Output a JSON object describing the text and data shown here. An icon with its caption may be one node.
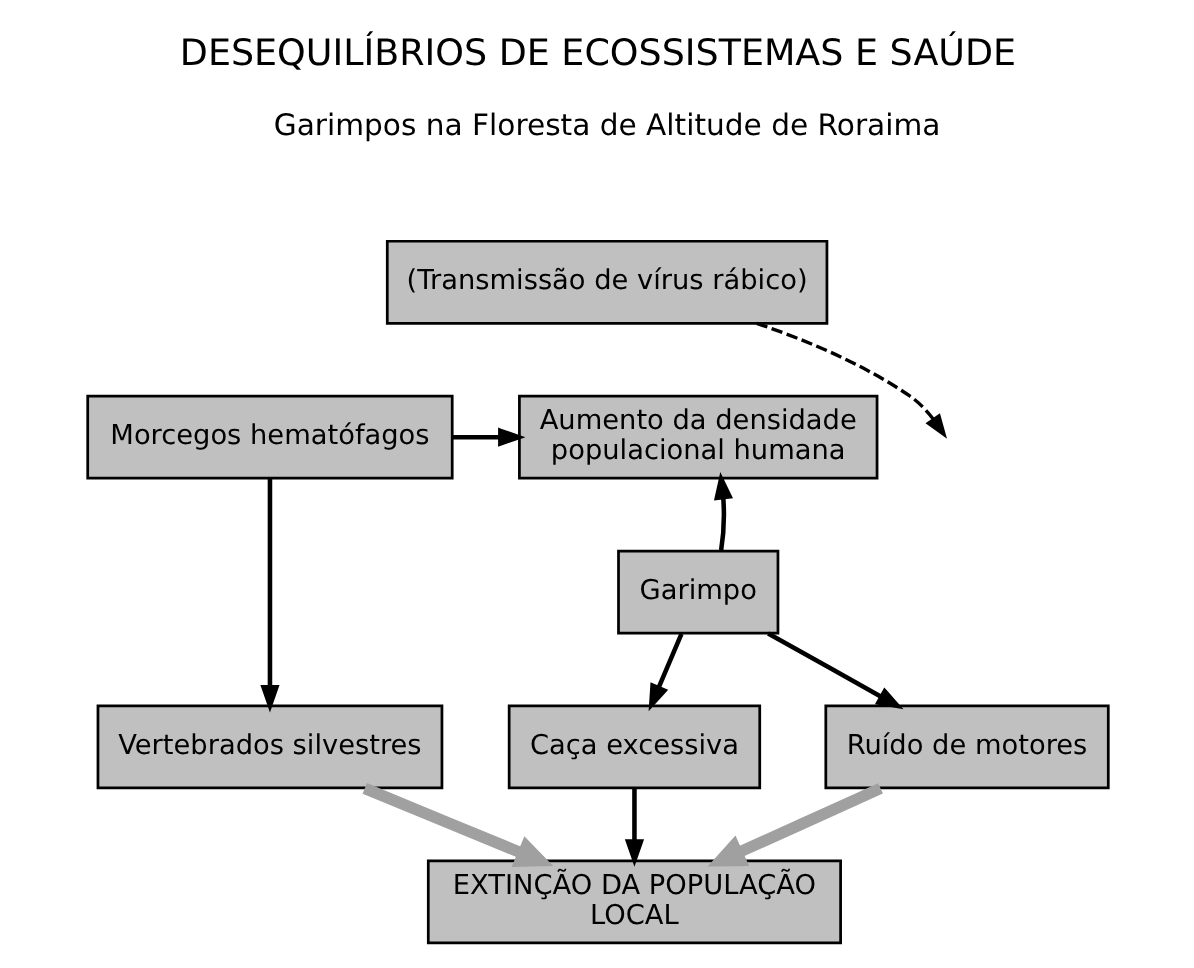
{
  "diagram": {
    "title": "DESEQUILÍBRIOS DE ECOSSISTEMAS E SAÚDE",
    "nodes": [
      {
        "text": [
          "(Transmissão de vírus rábico)"
        ]
      },
      {
        "text": [
          "Morcegos hematófagos"
        ]
      },
      {
        "text": [
          "Aumento da densidade populacional humana"
        ]
      },
      {
        "text": [
          "Garimpo"
        ]
      },
      {
        "text": [
          "Vertebrados silvestres"
        ]
      },
      {
        "text": [
          "Caça excessiva"
        ]
      },
      {
        "text": [
          "Ruído de motores"
        ]
      },
      {
        "text": [
          "EXTINÇÃO DA POPULAÇÃO LOCAL"
        ]
      }
    ],
    "edges": [
      {
        "from": 0,
        "to": null,
        "arrow": "to",
        "style": "dashed"
      },
      {
        "from": 1,
        "to": 2,
        "arrow": "to"
      },
      {
        "from": 1,
        "to": 4,
        "arrow": "to"
      },
      {
        "from": 3,
        "to": 2,
        "arrow": "to"
      },
      {
        "from": 3,
        "to": 5,
        "arrow": "to"
      },
      {
        "from": 3,
        "to": 6,
        "arrow": "to"
      },
      {
        "from": 4,
        "to": 7,
        "arrow": "to",
        "style": "thick",
        "color": "#a0a0a0"
      },
      {
        "from": 5,
        "to": 7,
        "arrow": "to"
      },
      {
        "from": 6,
        "to": 7,
        "arrow": "to",
        "style": "thick",
        "color": "#a0a0a0"
      }
    ],
    "labels": [
      "Garimpos na Floresta de Altitude de Roraima"
    ]
  }
}
